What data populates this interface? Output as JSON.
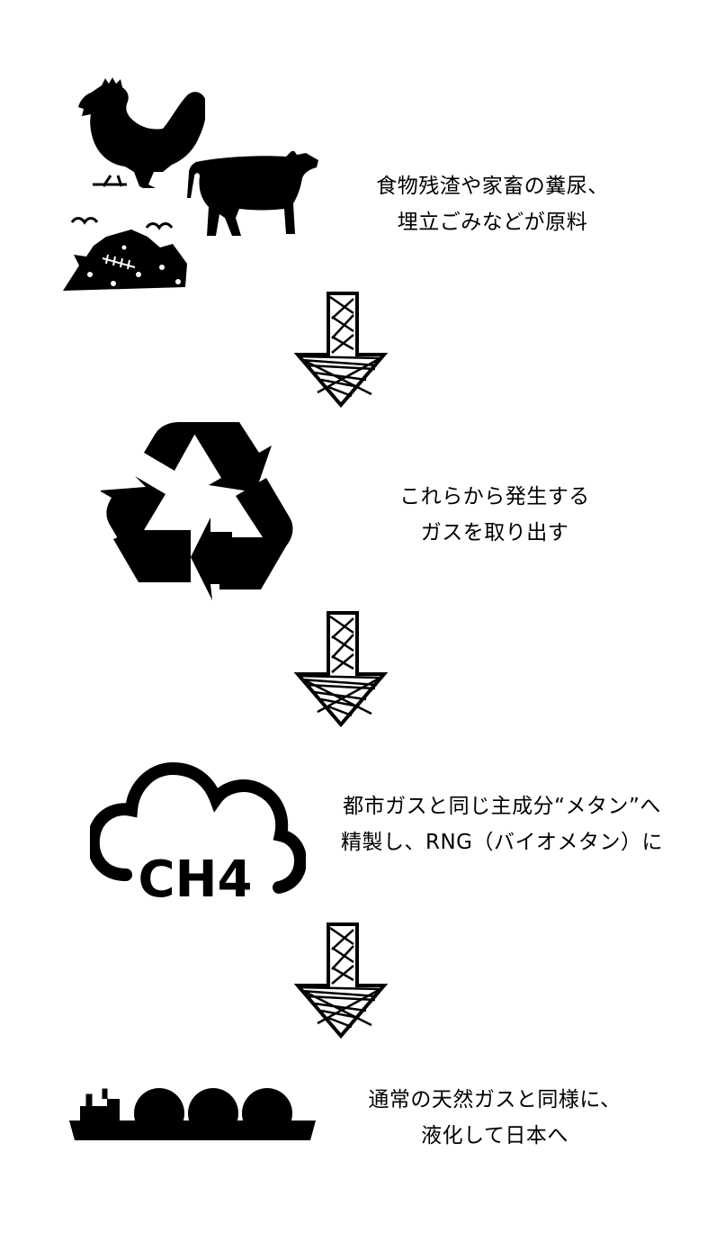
{
  "steps": [
    {
      "icon": "livestock-waste-icon",
      "lines": [
        "食物残渣や家畜の糞尿、",
        "埋立ごみなどが原料"
      ]
    },
    {
      "icon": "recycle-icon",
      "lines": [
        "これらから発生する",
        "ガスを取り出す"
      ]
    },
    {
      "icon": "ch4-cloud-icon",
      "cloud_label": "CH4",
      "lines": [
        "都市ガスと同じ主成分“メタン”へ",
        "精製し、RNG（バイオメタン）に"
      ]
    },
    {
      "icon": "lng-tanker-icon",
      "lines": [
        "通常の天然ガスと同様に、",
        "液化して日本へ"
      ]
    }
  ],
  "arrow_icon": "down-arrow-icon",
  "colors": {
    "ink": "#000000",
    "background": "#ffffff"
  }
}
